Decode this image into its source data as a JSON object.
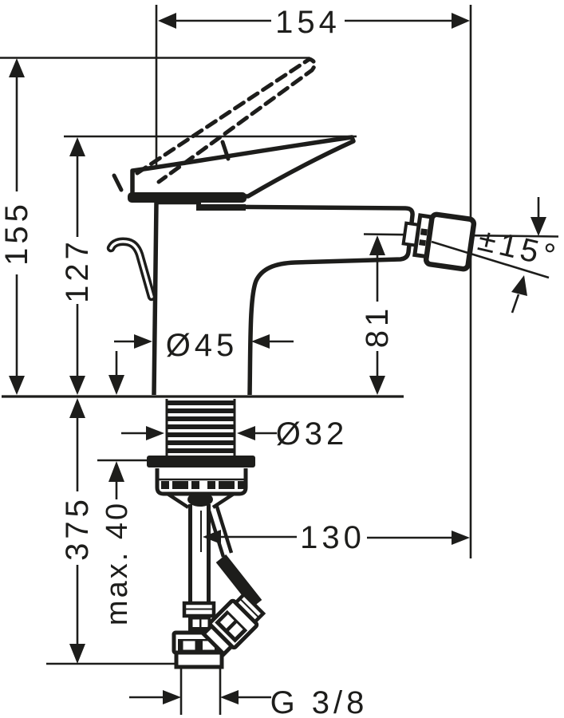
{
  "drawing": {
    "title": "bidet-mixer-technical-dimension-drawing",
    "line_color": "#1d1d1b",
    "background": "#ffffff",
    "dimensions": {
      "width_154": "154",
      "height_155": "155",
      "height_127": "127",
      "dia_45": "Ø45",
      "dia_32": "Ø32",
      "height_81": "81",
      "swivel_15": "±15°",
      "depth_375": "375",
      "max_40": "max. 40",
      "length_130": "130",
      "thread_g38": "G 3/8"
    }
  }
}
